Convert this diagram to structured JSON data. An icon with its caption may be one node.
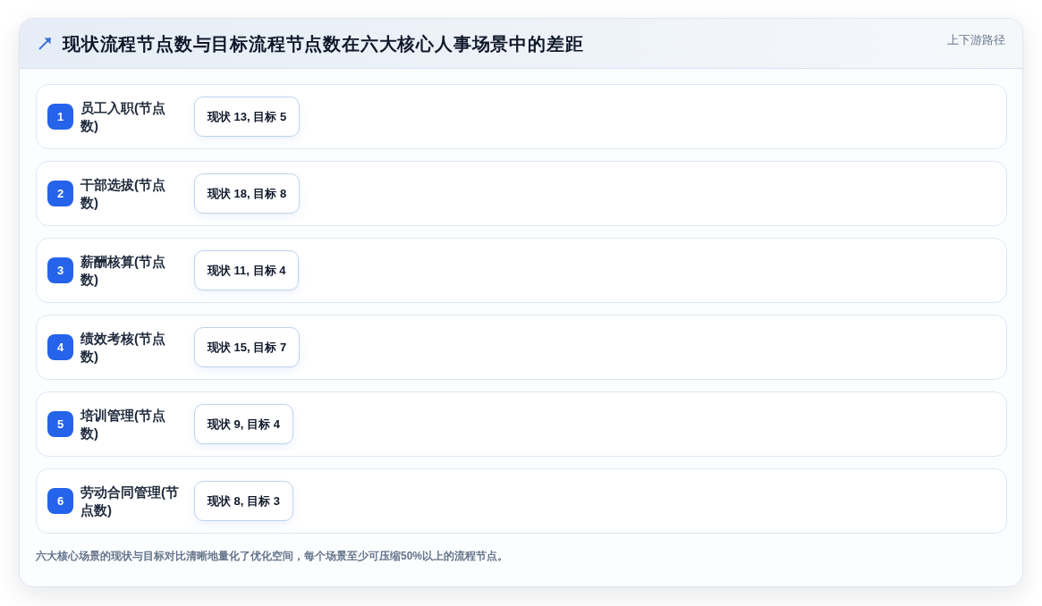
{
  "diagram": {
    "title": "现状流程节点数与目标流程节点数在六大核心人事场景中的差距",
    "caption": "六大核心场景的现状与目标对比清晰地量化了优化空间，每个场景至少可压缩50%以上的流程节点。",
    "labels": [
      "上下游路径"
    ],
    "nodes": [
      {
        "text": [
          "员工入职(节点数)"
        ]
      },
      {
        "text": [
          "1"
        ],
        "in": 0
      },
      {
        "text": [
          "现状 13, 目标 5"
        ],
        "in": 0
      },
      {
        "text": [
          "干部选拔(节点数)"
        ]
      },
      {
        "text": [
          "2"
        ],
        "in": 3
      },
      {
        "text": [
          "现状 18, 目标 8"
        ],
        "in": 3
      },
      {
        "text": [
          "薪酬核算(节点数)"
        ]
      },
      {
        "text": [
          "3"
        ],
        "in": 6
      },
      {
        "text": [
          "现状 11, 目标 4"
        ],
        "in": 6
      },
      {
        "text": [
          "绩效考核(节点数)"
        ]
      },
      {
        "text": [
          "4"
        ],
        "in": 9
      },
      {
        "text": [
          "现状 15, 目标 7"
        ],
        "in": 9
      },
      {
        "text": [
          "培训管理(节点数)"
        ]
      },
      {
        "text": [
          "5"
        ],
        "in": 12
      },
      {
        "text": [
          "现状 9, 目标 4"
        ],
        "in": 12
      },
      {
        "text": [
          "劳动合同管理(节点数)"
        ]
      },
      {
        "text": [
          "6"
        ],
        "in": 15
      },
      {
        "text": [
          "现状 8, 目标 3"
        ],
        "in": 15
      }
    ]
  }
}
